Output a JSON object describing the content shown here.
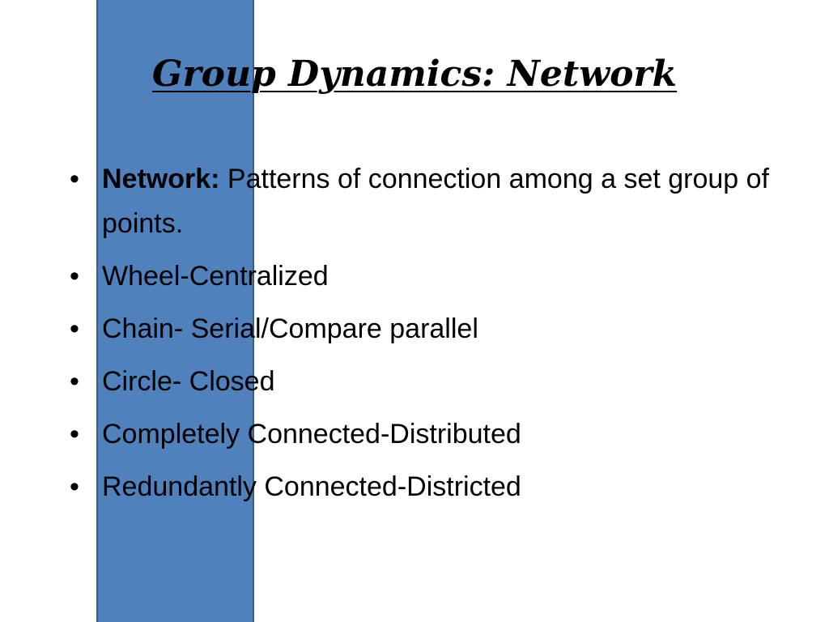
{
  "slide": {
    "title": "Group Dynamics: Network",
    "accent_color": "#4f81bd",
    "bullets": [
      {
        "term": "Network:",
        "text": " Patterns of connection among a set group of points."
      },
      {
        "term": "",
        "text": "Wheel-Centralized"
      },
      {
        "term": "",
        "text": "Chain- Serial/Compare parallel"
      },
      {
        "term": "",
        "text": "Circle- Closed"
      },
      {
        "term": "",
        "text": "Completely Connected-Distributed"
      },
      {
        "term": "",
        "text": "Redundantly Connected-Districted"
      }
    ]
  }
}
